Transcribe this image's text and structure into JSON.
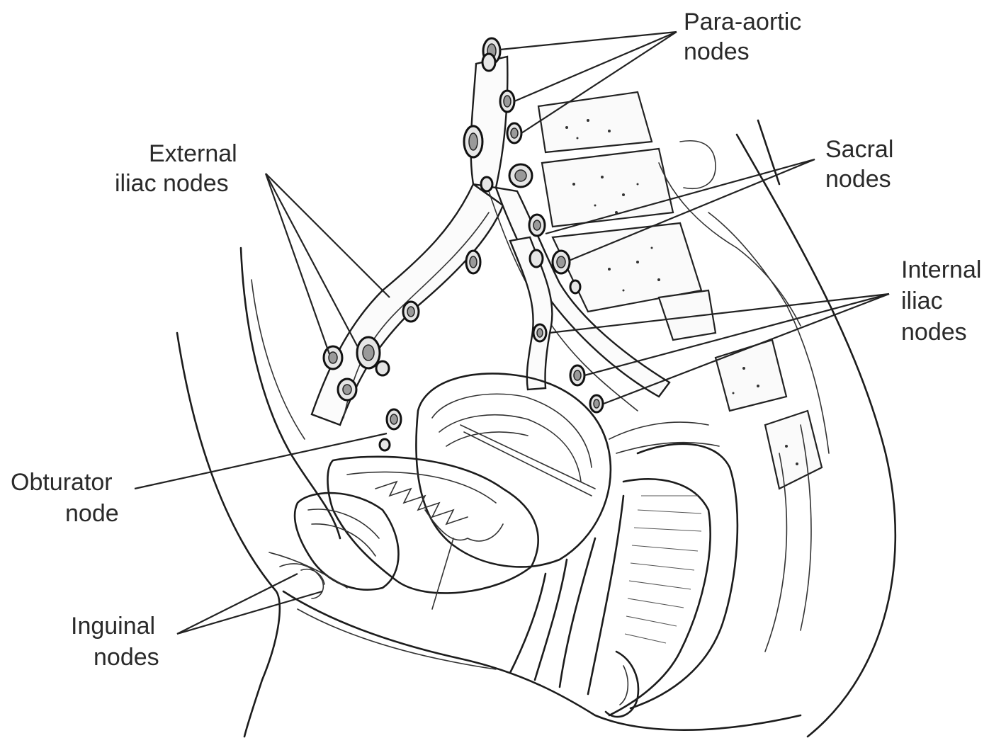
{
  "labels": {
    "para_aortic": [
      "Para-aortic",
      "nodes"
    ],
    "external_iliac": [
      "External",
      "iliac nodes"
    ],
    "sacral": [
      "Sacral",
      "nodes"
    ],
    "internal_iliac": [
      "Internal",
      "iliac",
      "nodes"
    ],
    "obturator": [
      "Obturator",
      "node"
    ],
    "inguinal": [
      "Inguinal",
      "nodes"
    ]
  }
}
